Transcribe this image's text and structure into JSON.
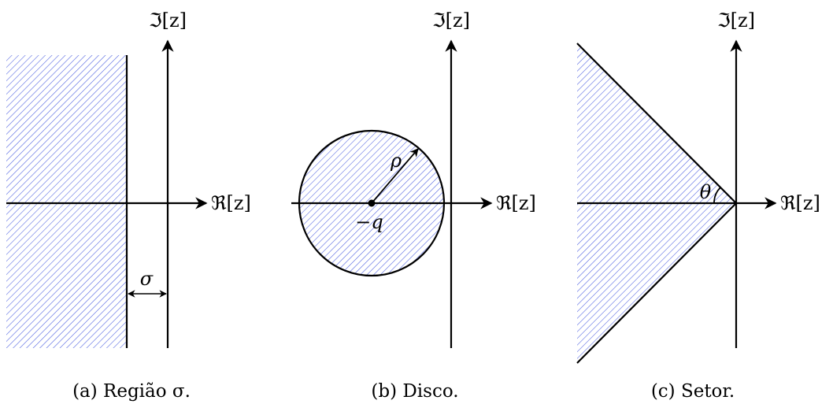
{
  "hatch_color": "#4a5de0",
  "panel_a": {
    "imag_label": "ℑ[z]",
    "real_label": "ℜ[z]",
    "sigma_label": "σ",
    "caption": "(a) Região σ."
  },
  "panel_b": {
    "imag_label": "ℑ[z]",
    "real_label": "ℜ[z]",
    "rho_label": "ρ",
    "center_label": "−q",
    "caption": "(b) Disco."
  },
  "panel_c": {
    "imag_label": "ℑ[z]",
    "real_label": "ℜ[z]",
    "theta_label": "θ",
    "caption": "(c) Setor."
  }
}
